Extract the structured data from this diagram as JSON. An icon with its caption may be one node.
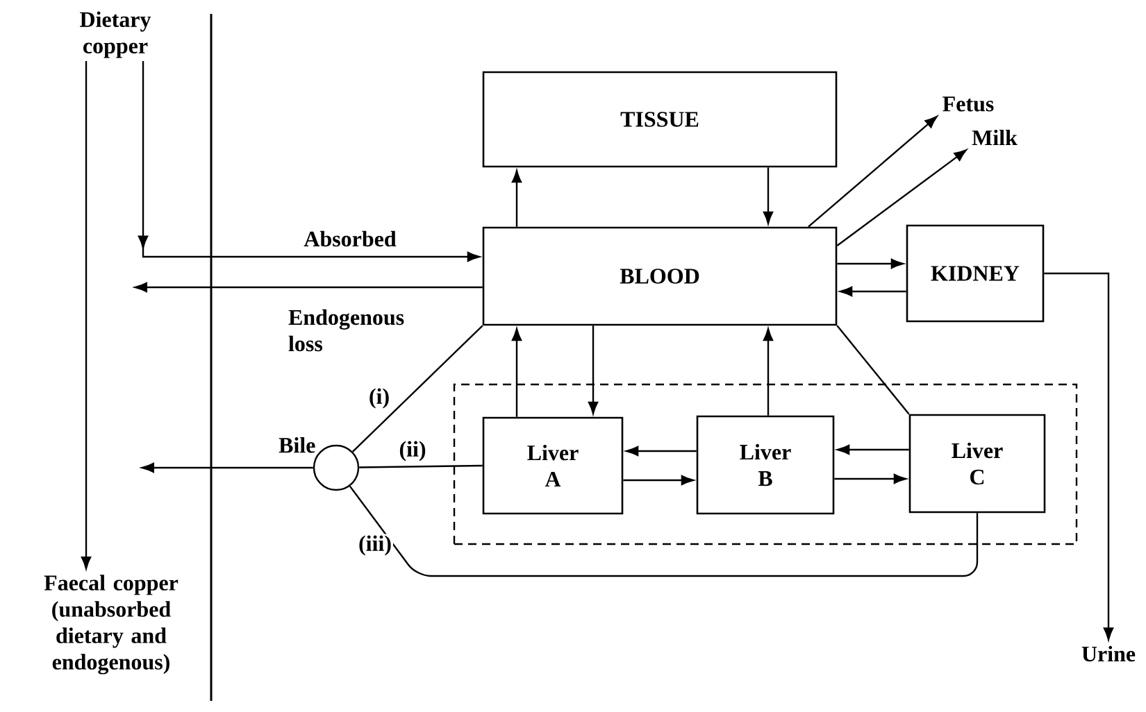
{
  "diagram": {
    "nodes": [
      {
        "text": [
          "Dietary copper"
        ]
      },
      {
        "text": [
          "TISSUE"
        ]
      },
      {
        "text": [
          "BLOOD"
        ]
      },
      {
        "text": [
          "KIDNEY"
        ]
      },
      {
        "text": [
          "Fetus"
        ]
      },
      {
        "text": [
          "Milk"
        ]
      },
      {
        "text": [
          "Urine"
        ]
      },
      {
        "text": [
          "Faecal copper (unabsorbed dietary and endogenous)"
        ]
      },
      {
        "text": [],
        "shape": "box"
      },
      {
        "text": [
          "Liver A"
        ],
        "in": 8
      },
      {
        "text": [
          "Liver B"
        ],
        "in": 8
      },
      {
        "text": [
          "Liver C"
        ],
        "in": 8
      },
      {
        "text": [
          "Bile"
        ]
      }
    ],
    "edges": [
      {
        "from": 0,
        "to": 2,
        "arrow": "to",
        "label": "Absorbed"
      },
      {
        "from": 2,
        "to": null,
        "arrow": "to",
        "label": "Endogenous loss"
      },
      {
        "from": 2,
        "to": 1,
        "arrow": "to"
      },
      {
        "from": 1,
        "to": 2,
        "arrow": "to"
      },
      {
        "from": 2,
        "to": 4,
        "arrow": "to"
      },
      {
        "from": 2,
        "to": 5,
        "arrow": "to"
      },
      {
        "from": 2,
        "to": 3,
        "arrow": "to"
      },
      {
        "from": 3,
        "to": 2,
        "arrow": "to"
      },
      {
        "from": 3,
        "to": 6,
        "arrow": "to"
      },
      {
        "from": 2,
        "to": 9,
        "arrow": "to"
      },
      {
        "from": 9,
        "to": 2,
        "arrow": "to"
      },
      {
        "from": 10,
        "to": 2,
        "arrow": "to"
      },
      {
        "from": 2,
        "to": 11,
        "arrow": "none"
      },
      {
        "from": 10,
        "to": 9,
        "arrow": "to"
      },
      {
        "from": 9,
        "to": 10,
        "arrow": "to"
      },
      {
        "from": 11,
        "to": 10,
        "arrow": "to"
      },
      {
        "from": 10,
        "to": 11,
        "arrow": "to"
      },
      {
        "from": 2,
        "to": 12,
        "arrow": "none",
        "label": "(i)"
      },
      {
        "from": 9,
        "to": 12,
        "arrow": "none",
        "label": "(ii)"
      },
      {
        "from": 11,
        "to": 12,
        "arrow": "none",
        "label": "(iii)"
      },
      {
        "from": 12,
        "to": null,
        "arrow": "to"
      },
      {
        "from": 0,
        "to": 7,
        "arrow": "to"
      }
    ]
  }
}
